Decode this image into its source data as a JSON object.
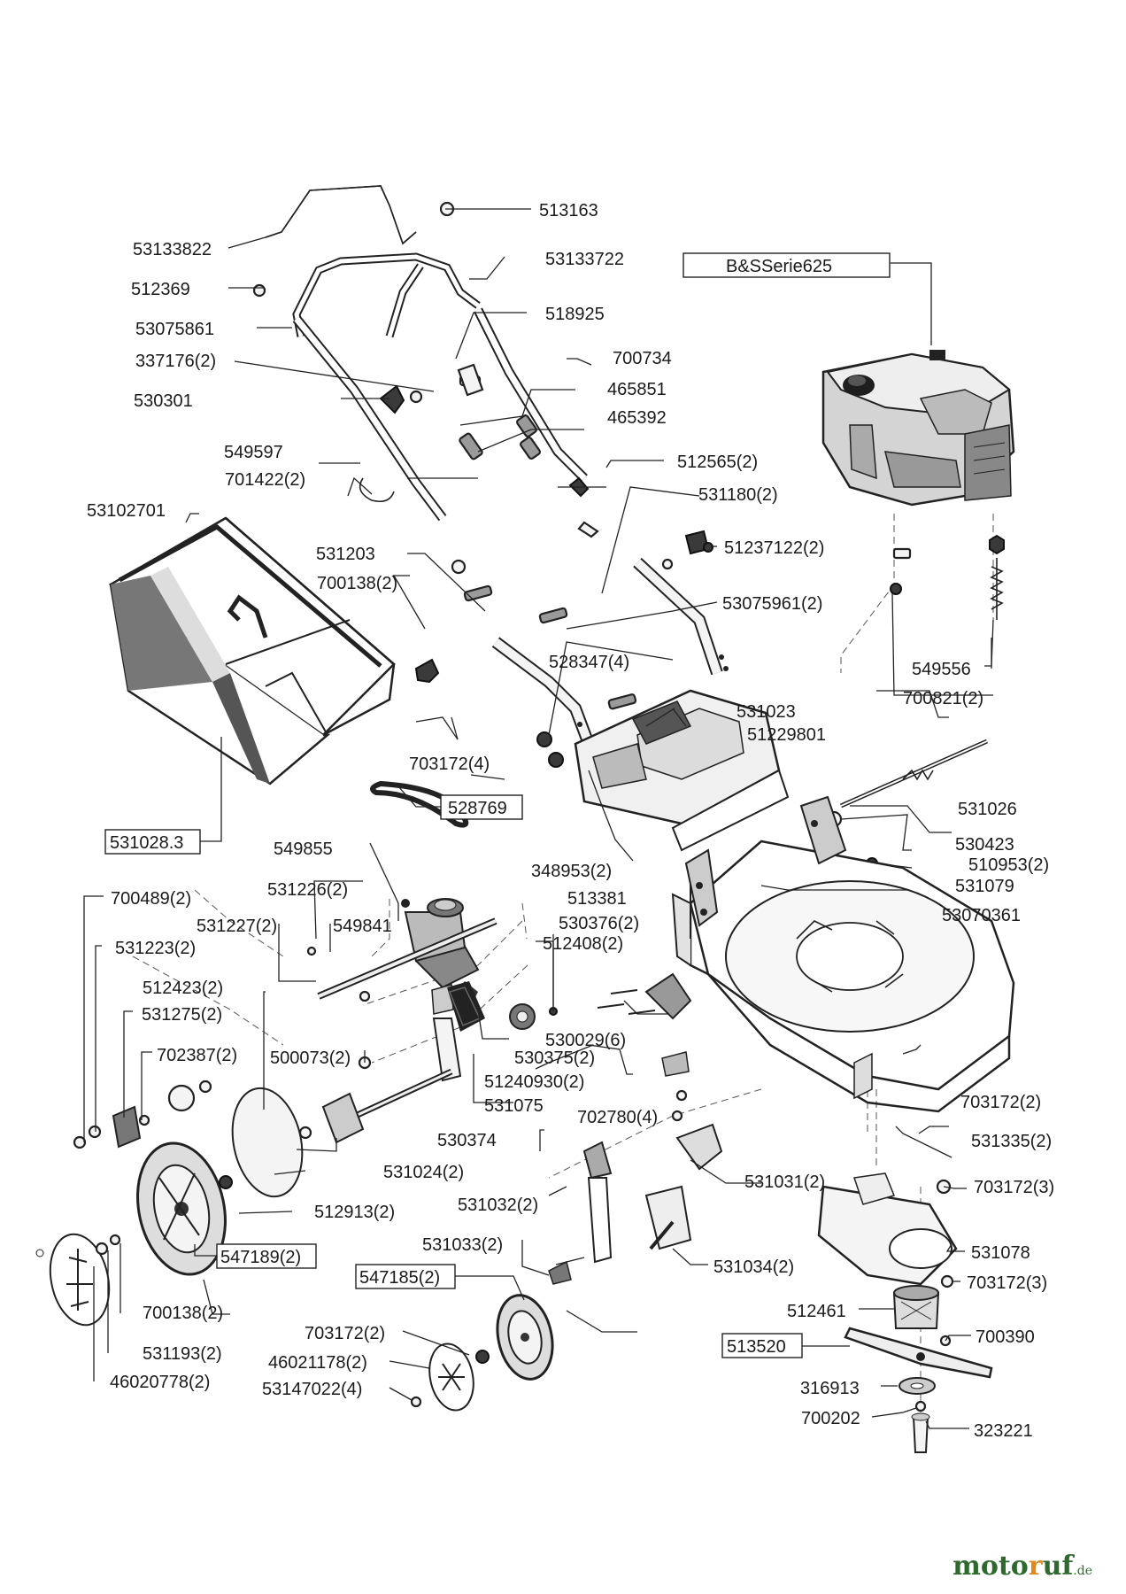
{
  "diagram": {
    "watermark": {
      "p1": "moto",
      "p2": "r",
      "p3": "uf",
      "p4": ".de"
    },
    "boxed_labels": {
      "engine": "B&SSerie625",
      "grassbag": "531028.3",
      "belt": "528769",
      "rear_wheel": "547189(2)",
      "front_wheel": "547185(2)",
      "blade": "513520"
    },
    "labels": {
      "l513163": "513163",
      "l53133822": "53133822",
      "l53133722": "53133722",
      "l512369": "512369",
      "l53075861": "53075861",
      "l518925": "518925",
      "l337176": "337176(2)",
      "l700734": "700734",
      "l530301": "530301",
      "l465851": "465851",
      "l465392": "465392",
      "l549597": "549597",
      "l701422": "701422(2)",
      "l512565": "512565(2)",
      "l531180": "531180(2)",
      "l53102701": "53102701",
      "l531203": "531203",
      "l51237122": "51237122(2)",
      "l700138a": "700138(2)",
      "l53075961": "53075961(2)",
      "l549556": "549556",
      "l700821": "700821(2)",
      "l528347": "528347(4)",
      "l531023": "531023",
      "l51229801": "51229801",
      "l703172a": "703172(4)",
      "l531026": "531026",
      "l530423": "530423",
      "l549855": "549855",
      "l510953": "510953(2)",
      "l348953": "348953(2)",
      "l531079": "531079",
      "l531226": "531226(2)",
      "l513381": "513381",
      "l700489": "700489(2)",
      "l53070361": "53070361",
      "l531227": "531227(2)",
      "l549841": "549841",
      "l530376": "530376(2)",
      "l531223": "531223(2)",
      "l512408": "512408(2)",
      "l512423": "512423(2)",
      "l531275": "531275(2)",
      "l530029": "530029(6)",
      "l702387": "702387(2)",
      "l500073": "500073(2)",
      "l530375": "530375(2)",
      "l51240930": "51240930(2)",
      "l531075": "531075",
      "l702780": "702780(4)",
      "l703172b": "703172(2)",
      "l530374": "530374",
      "l531335": "531335(2)",
      "l531024": "531024(2)",
      "l531031": "531031(2)",
      "l703172c": "703172(3)",
      "l512913": "512913(2)",
      "l531032": "531032(2)",
      "l531078": "531078",
      "l531033": "531033(2)",
      "l531034": "531034(2)",
      "l703172d": "703172(3)",
      "l700138b": "700138(2)",
      "l512461": "512461",
      "l703172e": "703172(2)",
      "l700390": "700390",
      "l531193": "531193(2)",
      "l46021178": "46021178(2)",
      "l316913": "316913",
      "l46020778": "46020778(2)",
      "l53147022": "53147022(4)",
      "l700202": "700202",
      "l323221": "323221"
    }
  }
}
